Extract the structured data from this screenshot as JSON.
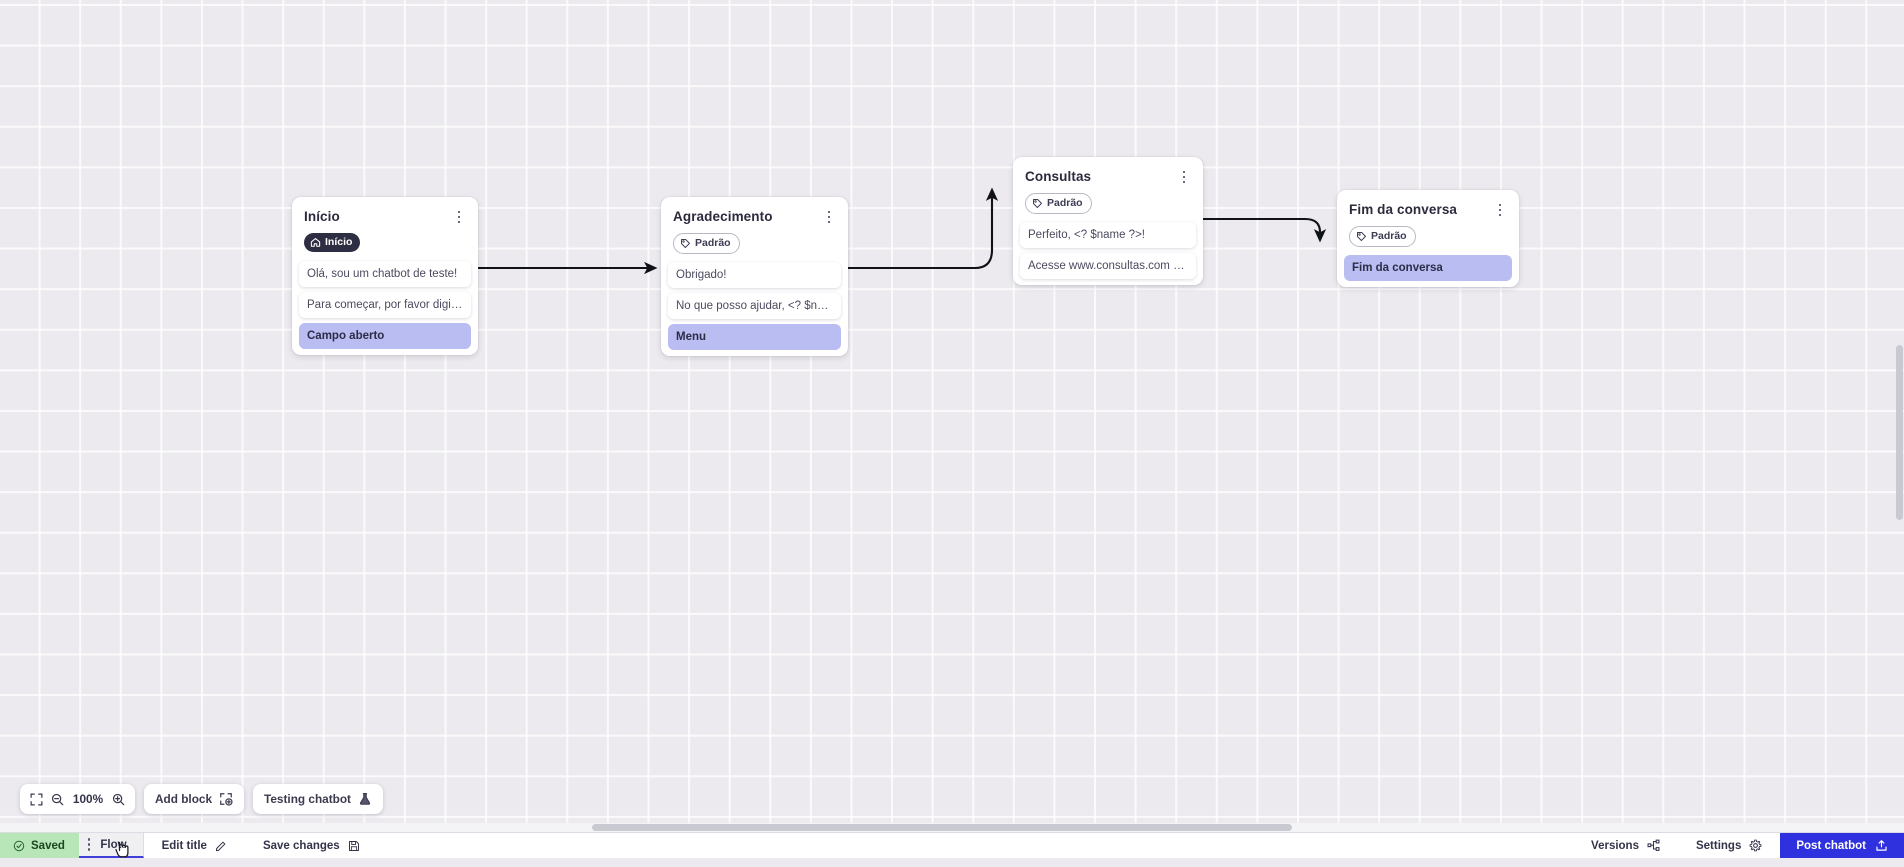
{
  "canvas": {
    "zoom_level": "100%",
    "nodes": [
      {
        "id": "inicio",
        "title": "Início",
        "badge": {
          "label": "Início",
          "style": "dark",
          "icon": "home-icon"
        },
        "rows": [
          {
            "text": "Olá, sou um chatbot de teste!",
            "accent": false
          },
          {
            "text": "Para começar, por favor digite o ...",
            "accent": false
          },
          {
            "text": "Campo aberto",
            "accent": true
          }
        ]
      },
      {
        "id": "agradecimento",
        "title": "Agradecimento",
        "badge": {
          "label": "Padrão",
          "style": "outline",
          "icon": "tag-icon"
        },
        "rows": [
          {
            "text": "Obrigado!",
            "accent": false
          },
          {
            "text": "No que posso ajudar, <? $name ...",
            "accent": false
          },
          {
            "text": "Menu",
            "accent": true
          }
        ]
      },
      {
        "id": "consultas",
        "title": "Consultas",
        "badge": {
          "label": "Padrão",
          "style": "outline",
          "icon": "tag-icon"
        },
        "rows": [
          {
            "text": "Perfeito, <? $name ?>!",
            "accent": false
          },
          {
            "text": "Acesse www.consultas.com par...",
            "accent": false
          }
        ]
      },
      {
        "id": "fim",
        "title": "Fim da conversa",
        "badge": {
          "label": "Padrão",
          "style": "outline",
          "icon": "tag-icon"
        },
        "rows": [
          {
            "text": "Fim da conversa",
            "accent": true
          }
        ]
      }
    ]
  },
  "toolbar": {
    "fit_icon": "fit-screen-icon",
    "zoom_out_icon": "zoom-out-icon",
    "zoom_in_icon": "zoom-in-icon",
    "zoom_level": "100%",
    "add_block_label": "Add block",
    "add_block_icon": "add-block-icon",
    "testing_label": "Testing chatbot",
    "testing_icon": "flask-icon"
  },
  "bottom_bar": {
    "saved_label": "Saved",
    "saved_icon": "check-circle-icon",
    "flow_tab_label": "Flow",
    "flow_drag_icon": "drag-handle-icon",
    "edit_title_label": "Edit title",
    "edit_title_icon": "pencil-icon",
    "save_changes_label": "Save changes",
    "save_changes_icon": "floppy-disk-icon",
    "versions_label": "Versions",
    "versions_icon": "branch-icon",
    "settings_label": "Settings",
    "settings_icon": "gear-icon",
    "post_label": "Post chatbot",
    "post_icon": "upload-icon"
  },
  "colors": {
    "accent_blue": "#2f31de",
    "saved_green": "#b8e6b8",
    "row_accent": "#b9bdf2",
    "badge_dark": "#2e2e42",
    "canvas_bg": "#eceaee"
  }
}
